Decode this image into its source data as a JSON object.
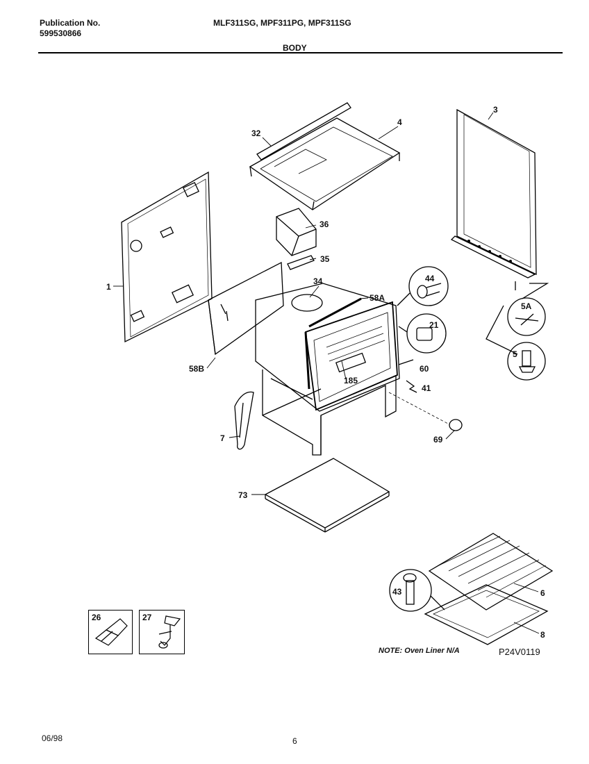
{
  "header": {
    "publication_label": "Publication No.",
    "publication_number": "599530866",
    "models": "MLF311SG, MPF311PG, MPF311SG",
    "section_title": "BODY"
  },
  "parts": [
    "1",
    "3",
    "4",
    "5",
    "5A",
    "6",
    "7",
    "8",
    "21",
    "26",
    "27",
    "32",
    "34",
    "35",
    "36",
    "41",
    "43",
    "44",
    "58A",
    "58B",
    "60",
    "69",
    "73",
    "185"
  ],
  "note": "NOTE: Oven Liner N/A",
  "figure_code": "P24V0119",
  "footer": {
    "date": "06/98",
    "page": "6"
  }
}
